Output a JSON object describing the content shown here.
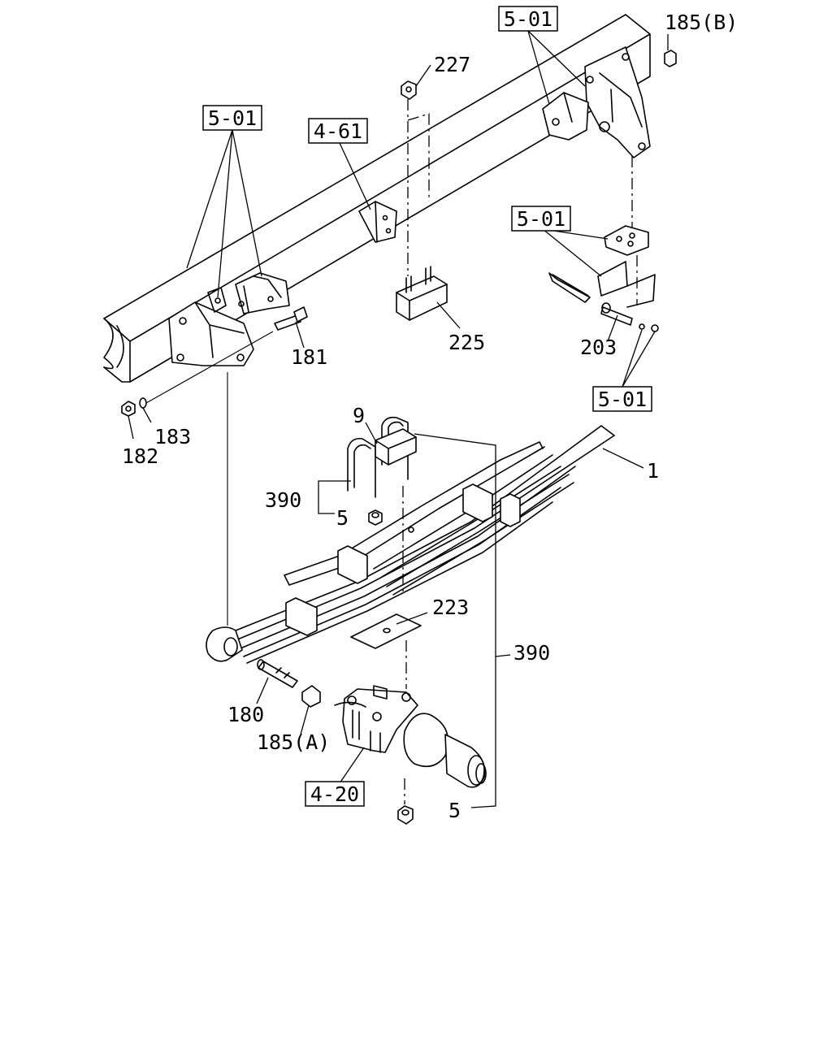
{
  "labels": {
    "ref_5_01_top": "5-01",
    "ref_5_01_left": "5-01",
    "ref_4_61": "4-61",
    "ref_5_01_mid": "5-01",
    "ref_5_01_low": "5-01",
    "ref_4_20": "4-20",
    "p185b": "185(B)",
    "p227": "227",
    "p225": "225",
    "p203": "203",
    "p181": "181",
    "p182": "182",
    "p183": "183",
    "p9": "9",
    "p1": "1",
    "p390_left": "390",
    "p5_mid": "5",
    "p223": "223",
    "p390_right": "390",
    "p180": "180",
    "p185a": "185(A)",
    "p5_bottom": "5"
  }
}
